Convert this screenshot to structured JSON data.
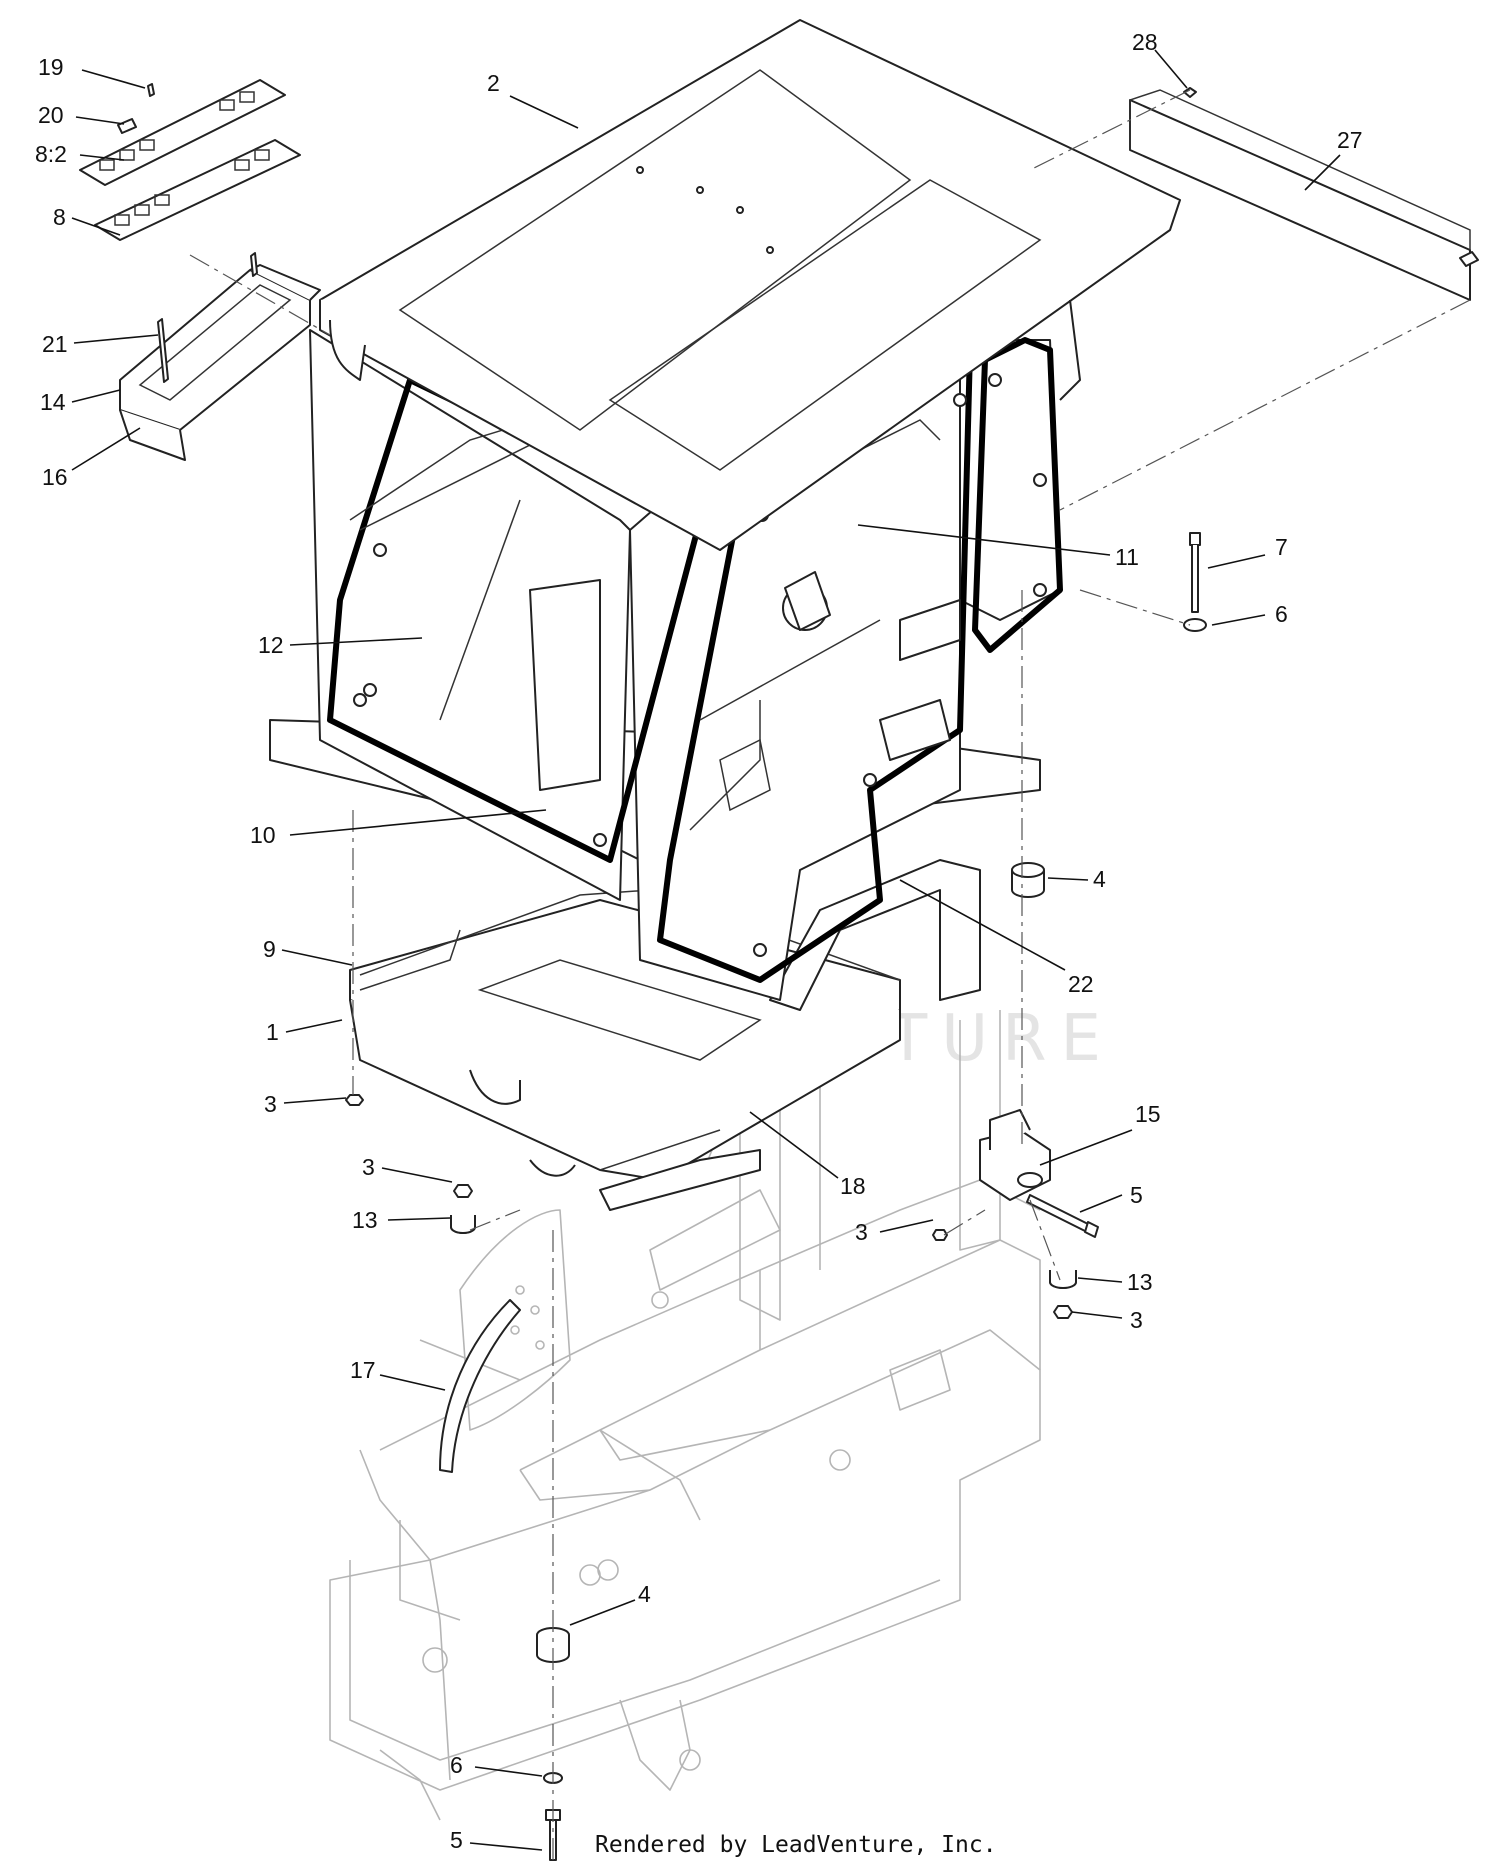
{
  "labels": [
    {
      "id": "19",
      "text": "19"
    },
    {
      "id": "20",
      "text": "20"
    },
    {
      "id": "8_2",
      "text": "8:2"
    },
    {
      "id": "8",
      "text": "8"
    },
    {
      "id": "21",
      "text": "21"
    },
    {
      "id": "14",
      "text": "14"
    },
    {
      "id": "16",
      "text": "16"
    },
    {
      "id": "2",
      "text": "2"
    },
    {
      "id": "28",
      "text": "28"
    },
    {
      "id": "27",
      "text": "27"
    },
    {
      "id": "11",
      "text": "11"
    },
    {
      "id": "7",
      "text": "7"
    },
    {
      "id": "6a",
      "text": "6"
    },
    {
      "id": "12",
      "text": "12"
    },
    {
      "id": "10",
      "text": "10"
    },
    {
      "id": "4a",
      "text": "4"
    },
    {
      "id": "22",
      "text": "22"
    },
    {
      "id": "9",
      "text": "9"
    },
    {
      "id": "1",
      "text": "1"
    },
    {
      "id": "3a",
      "text": "3"
    },
    {
      "id": "15",
      "text": "15"
    },
    {
      "id": "3b",
      "text": "3"
    },
    {
      "id": "13a",
      "text": "13"
    },
    {
      "id": "18",
      "text": "18"
    },
    {
      "id": "5a",
      "text": "5"
    },
    {
      "id": "3c",
      "text": "3"
    },
    {
      "id": "13b",
      "text": "13"
    },
    {
      "id": "3d",
      "text": "3"
    },
    {
      "id": "17",
      "text": "17"
    },
    {
      "id": "4b",
      "text": "4"
    },
    {
      "id": "6b",
      "text": "6"
    },
    {
      "id": "5b",
      "text": "5"
    }
  ],
  "watermark": "LEADVENTURE",
  "footer": "Rendered by LeadVenture, Inc."
}
